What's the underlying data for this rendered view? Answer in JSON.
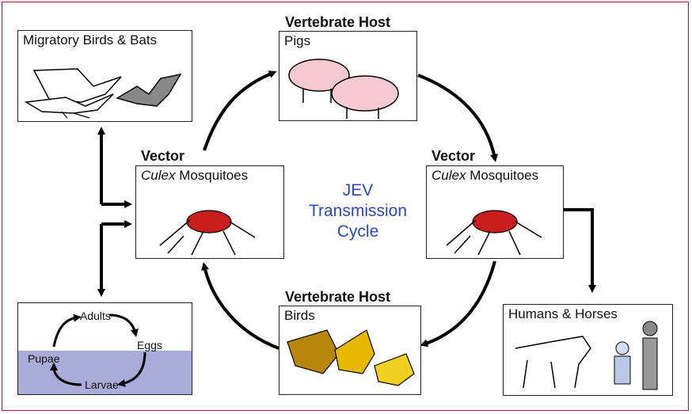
{
  "vertebrate_host_top": {
    "heading": "Vertebrate Host",
    "label": "Pigs"
  },
  "vertebrate_host_bottom": {
    "heading": "Vertebrate Host",
    "label": "Birds"
  },
  "vector_left": {
    "heading": "Vector",
    "label_italic": "Culex",
    "label_rest": " Mosquitoes"
  },
  "vector_right": {
    "heading": "Vector",
    "label_italic": "Culex",
    "label_rest": " Mosquitoes"
  },
  "migratory": {
    "label": "Migratory Birds & Bats"
  },
  "humans": {
    "label": "Humans & Horses"
  },
  "center": {
    "line1": "JEV",
    "line2": "Transmission",
    "line3": "Cycle"
  },
  "life_cycle": {
    "adults": "Adults",
    "eggs": "Eggs",
    "larvae": "Larvae",
    "pupae": "Pupae"
  },
  "colors": {
    "center_text": "#2b49b8",
    "water": "#a9acd9",
    "pig": "#f6c9d0",
    "bird": "#e6b800",
    "blood": "#c81e1e",
    "frame": "#c8102e"
  }
}
